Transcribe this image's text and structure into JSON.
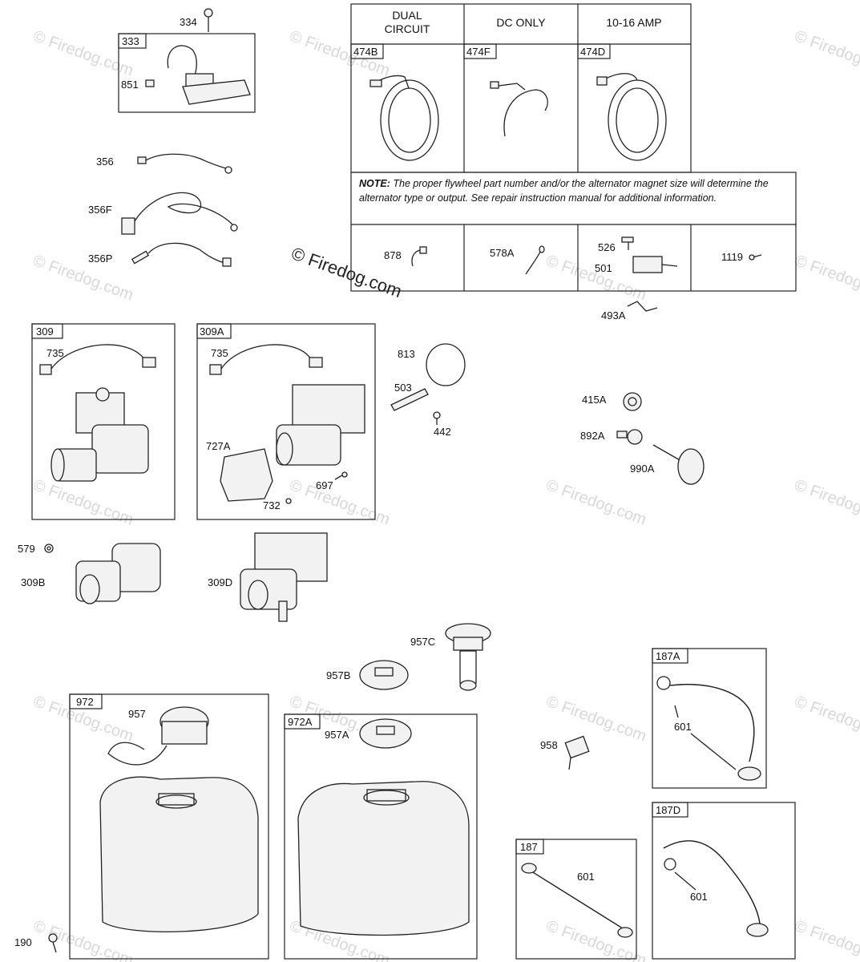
{
  "watermark": {
    "main": "© Firedog.com",
    "faint": "© Firedog.com"
  },
  "table": {
    "headers": [
      "DUAL",
      "CIRCUIT",
      "DC ONLY",
      "10-16 AMP"
    ],
    "stator_labels": [
      "474B",
      "474F",
      "474D"
    ],
    "note_prefix": "NOTE:",
    "note_text": "The proper flywheel part number and/or the alternator magnet size will determine the alternator type or output. See repair instruction manual for additional information.",
    "bottom_labels": [
      "878",
      "578A",
      "526",
      "501",
      "1119"
    ]
  },
  "boxes": {
    "b333": "333",
    "b309": "309",
    "b309A": "309A",
    "b972": "972",
    "b972A": "972A",
    "b187": "187",
    "b187A": "187A",
    "b187D": "187D"
  },
  "labels": {
    "l334": "334",
    "l851": "851",
    "l356": "356",
    "l356F": "356F",
    "l356P": "356P",
    "l493A": "493A",
    "l735a": "735",
    "l735b": "735",
    "l727A": "727A",
    "l697": "697",
    "l732": "732",
    "l813": "813",
    "l503": "503",
    "l442": "442",
    "l415A": "415A",
    "l892A": "892A",
    "l990A": "990A",
    "l579": "579",
    "l309B": "309B",
    "l309D": "309D",
    "l957C": "957C",
    "l957B": "957B",
    "l957": "957",
    "l957A": "957A",
    "l958": "958",
    "l601a": "601",
    "l601b": "601",
    "l601c": "601",
    "l190": "190"
  }
}
